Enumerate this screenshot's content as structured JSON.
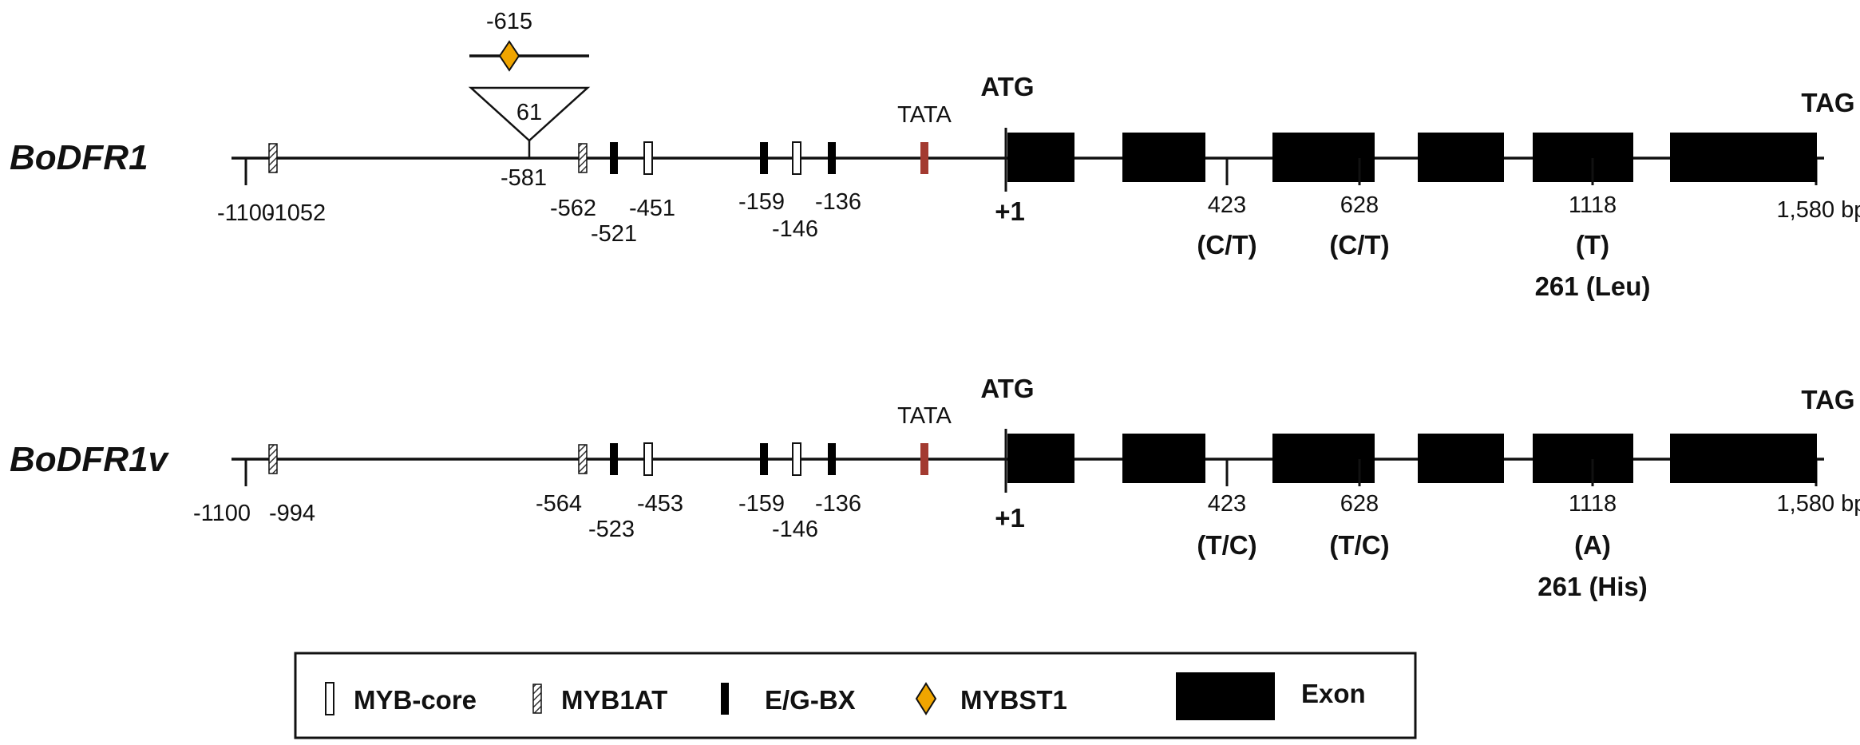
{
  "genes": [
    {
      "name": "BoDFR1",
      "start_label": "-1100",
      "end_label": "1,580 bp",
      "atg": "ATG",
      "tag": "TAG",
      "tata": "TATA",
      "plus_one": "+1",
      "myb1at_labels": [
        "-1052",
        "-562"
      ],
      "egbx_labels": [
        "-521",
        "-159",
        "-136"
      ],
      "mybcore_labels": [
        "-451",
        "-146"
      ],
      "insertion": {
        "size": "61",
        "site": "-581",
        "mybst1": "-615"
      },
      "snps": [
        {
          "pos": "423",
          "allele": "(C/T)"
        },
        {
          "pos": "628",
          "allele": "(C/T)"
        },
        {
          "pos": "1118",
          "allele": "(T)",
          "aa": "261 (Leu)"
        }
      ]
    },
    {
      "name": "BoDFR1v",
      "start_label": "-1100",
      "end_label": "1,580 bp",
      "atg": "ATG",
      "tag": "TAG",
      "tata": "TATA",
      "plus_one": "+1",
      "myb1at_labels": [
        "-994",
        "-564"
      ],
      "egbx_labels": [
        "-523",
        "-159",
        "-136"
      ],
      "mybcore_labels": [
        "-453",
        "-146"
      ],
      "snps": [
        {
          "pos": "423",
          "allele": "(T/C)"
        },
        {
          "pos": "628",
          "allele": "(T/C)"
        },
        {
          "pos": "1118",
          "allele": "(A)",
          "aa": "261 (His)"
        }
      ]
    }
  ],
  "legend": {
    "myb_core": "MYB-core",
    "myb1at": "MYB1AT",
    "egbx": "E/G-BX",
    "mybst1": "MYBST1",
    "exon": "Exon"
  },
  "colors": {
    "exon": "#000000",
    "tata": "#a33a30",
    "mybst1": "#f0a500",
    "line": "#111111"
  }
}
